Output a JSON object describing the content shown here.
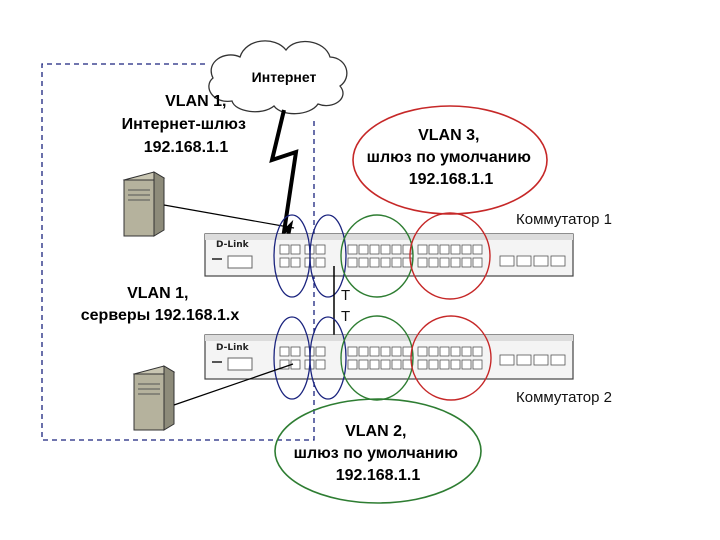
{
  "internet": {
    "label": "Интернет"
  },
  "vlan1_gateway": {
    "lines": [
      "VLAN 1,",
      "Интернет-шлюз",
      "192.168.1.1"
    ]
  },
  "vlan3": {
    "lines": [
      "VLAN 3,",
      "шлюз по умолчанию",
      "192.168.1.1"
    ]
  },
  "vlan1_servers": {
    "lines": [
      "VLAN 1,",
      "серверы 192.168.1.x"
    ]
  },
  "vlan2": {
    "lines": [
      "VLAN 2,",
      "шлюз по умолчанию",
      "192.168.1.1"
    ]
  },
  "switch1": {
    "label": "Коммутатор 1",
    "brand": "D-Link"
  },
  "switch2": {
    "label": "Коммутатор 2",
    "brand": "D-Link"
  },
  "trunk_marks": [
    "T",
    "T"
  ],
  "colors": {
    "vlan1": "#1a237e",
    "vlan2": "#2e7d32",
    "vlan3": "#c62828",
    "dashed_border": "#1a237e"
  }
}
